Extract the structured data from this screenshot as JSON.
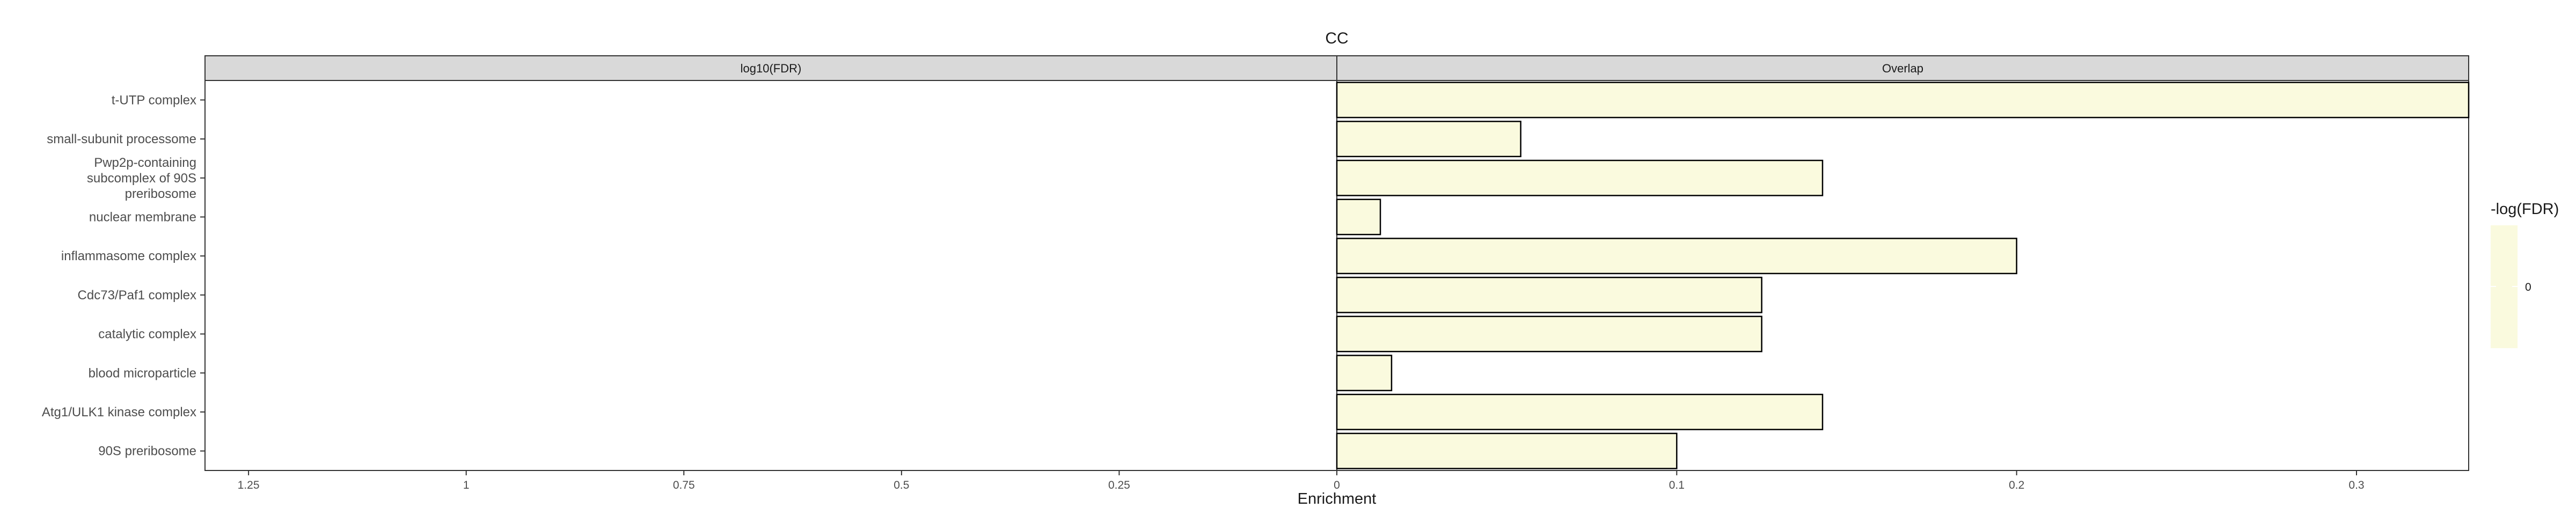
{
  "chart_data": {
    "type": "bar",
    "title": "CC",
    "xlabel": "Enrichment",
    "categories": [
      "t-UTP complex",
      "small-subunit processome",
      "Pwp2p-containing subcomplex of 90S preribosome",
      "nuclear membrane",
      "inflammasome complex",
      "Cdc73/Paf1 complex",
      "catalytic complex",
      "blood microparticle",
      "Atg1/ULK1 kinase complex",
      "90S preribosome"
    ],
    "category_lines": [
      [
        "t-UTP complex"
      ],
      [
        "small-subunit processome"
      ],
      [
        "Pwp2p-containing",
        "subcomplex of 90S",
        "preribosome"
      ],
      [
        "nuclear membrane"
      ],
      [
        "inflammasome complex"
      ],
      [
        "Cdc73/Paf1 complex"
      ],
      [
        "catalytic complex"
      ],
      [
        "blood microparticle"
      ],
      [
        "Atg1/ULK1 kinase complex"
      ],
      [
        "90S preribosome"
      ]
    ],
    "panels": [
      {
        "strip": "log10(FDR)",
        "xlim": [
          1.3,
          0
        ],
        "reversed": true,
        "ticks": [
          1.25,
          1,
          0.75,
          0.5,
          0.25
        ],
        "tick_labels": [
          "1.25",
          "1",
          "0.75",
          "0.5",
          "0.25"
        ],
        "values": [
          0,
          0,
          0,
          0,
          0,
          0,
          0,
          0,
          0,
          0
        ]
      },
      {
        "strip": "Overlap",
        "xlim": [
          0,
          0.333
        ],
        "reversed": false,
        "ticks": [
          0,
          0.1,
          0.2,
          0.3
        ],
        "tick_labels": [
          "0",
          "0.1",
          "0.2",
          "0.3"
        ],
        "values": [
          0.333,
          0.0541,
          0.1429,
          0.0128,
          0.2,
          0.125,
          0.125,
          0.0161,
          0.1429,
          0.1
        ]
      }
    ],
    "fill_color": "#fafade",
    "bar_outline": "#000000",
    "legend": {
      "title": "-log(FDR)",
      "labels": [
        "0"
      ],
      "position": "right"
    },
    "grid": false
  }
}
